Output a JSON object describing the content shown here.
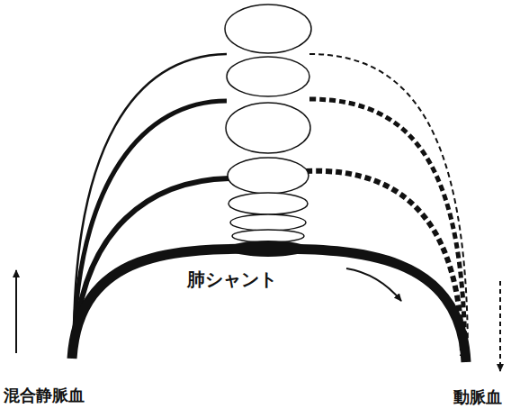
{
  "diagram": {
    "labels": [
      "肺シャント",
      "混合静脈血",
      "動脈血"
    ]
  }
}
